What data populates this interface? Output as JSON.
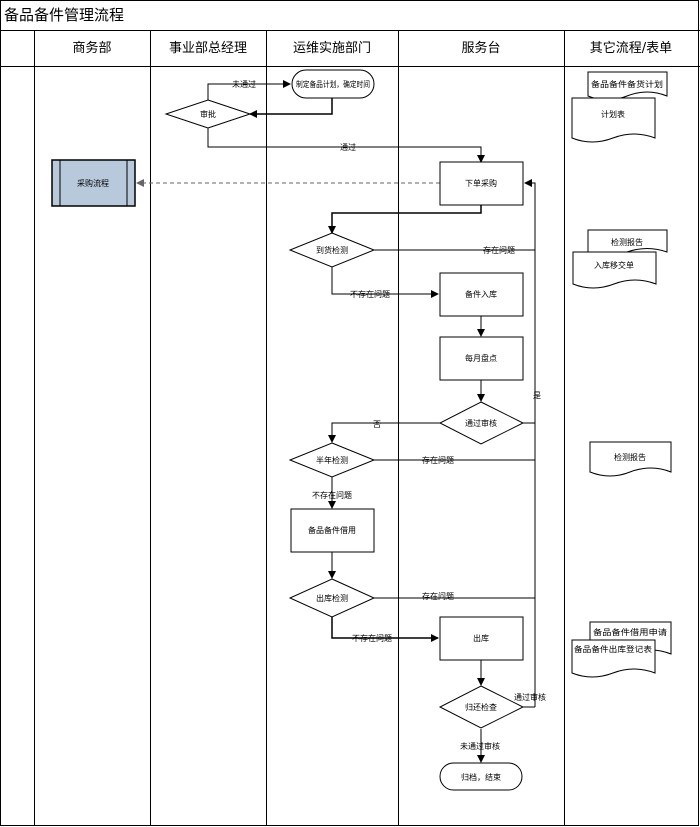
{
  "title": "备品备件管理流程",
  "lanes": [
    "商务部",
    "事业部总经理",
    "运维实施部门",
    "服务台",
    "其它流程/表单"
  ],
  "nodes": {
    "plan": "制定备品计划，确定时间",
    "approve": "审批",
    "purchase_flow": "采购流程",
    "order": "下单采购",
    "arrival_check": "到货检测",
    "stock_in": "备件入库",
    "monthly_check": "每月盘点",
    "pass_check": "通过审核",
    "halfyear_check": "半年检测",
    "borrow": "备品备件借用",
    "out_check": "出库检测",
    "out": "出库",
    "return_check": "归还检查",
    "end": "归档，结束"
  },
  "edges": {
    "not_pass": "未通过",
    "pass": "通过",
    "problem1": "存在问题",
    "no_problem1": "不存在问题",
    "no": "否",
    "yes": "是",
    "problem2": "存在问题",
    "no_problem2": "不存在问题",
    "problem3": "存在问题",
    "no_problem3": "不存在问题",
    "return_pass": "通过审核",
    "return_not_pass": "未通过审核"
  },
  "forms": {
    "plan_form": "备品备件备货计划",
    "schedule_form": "计划表",
    "test_report_1": "检测报告",
    "stock_in_form": "入库移交单",
    "test_report_2": "检测报告",
    "borrow_form": "备品备件借用申请",
    "out_record": "备品备件出库登记表"
  },
  "colors": {
    "line": "#000000",
    "procedure_fill": "#b8c9dc",
    "dashed": "#666666"
  }
}
